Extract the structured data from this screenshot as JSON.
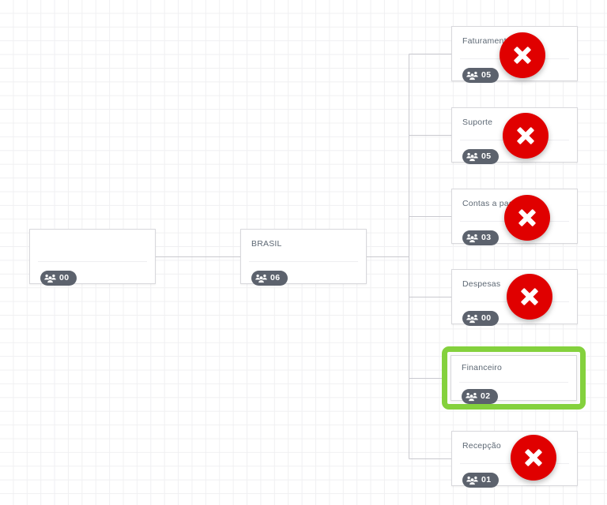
{
  "colors": {
    "grid_line": "#f0f0f2",
    "node_border": "#d8d8dc",
    "node_bg": "#ffffff",
    "title_text": "#5d6874",
    "badge_bg": "#5c626d",
    "badge_text": "#ffffff",
    "connector": "#c9c9cf",
    "error_badge": "#e00000",
    "highlight_border": "#84d13d"
  },
  "chart_data": {
    "type": "tree",
    "title": "",
    "orientation": "left-to-right",
    "nodes": [
      {
        "id": "root",
        "title": "",
        "count": "00",
        "level": 0,
        "status": "normal"
      },
      {
        "id": "brasil",
        "title": "BRASIL",
        "count": "06",
        "level": 1,
        "status": "normal"
      },
      {
        "id": "faturamento",
        "title": "Faturamento",
        "count": "05",
        "level": 2,
        "status": "error"
      },
      {
        "id": "suporte",
        "title": "Suporte",
        "count": "05",
        "level": 2,
        "status": "error"
      },
      {
        "id": "contas",
        "title": "Contas a pagar",
        "count": "03",
        "level": 2,
        "status": "error"
      },
      {
        "id": "despesas",
        "title": "Despesas",
        "count": "00",
        "level": 2,
        "status": "error"
      },
      {
        "id": "financeiro",
        "title": "Financeiro",
        "count": "02",
        "level": 2,
        "status": "selected"
      },
      {
        "id": "recepcao",
        "title": "Recepção",
        "count": "01",
        "level": 2,
        "status": "error"
      }
    ],
    "edges": [
      {
        "from": "root",
        "to": "brasil"
      },
      {
        "from": "brasil",
        "to": "faturamento"
      },
      {
        "from": "brasil",
        "to": "suporte"
      },
      {
        "from": "brasil",
        "to": "contas"
      },
      {
        "from": "brasil",
        "to": "despesas"
      },
      {
        "from": "brasil",
        "to": "financeiro"
      },
      {
        "from": "brasil",
        "to": "recepcao"
      }
    ]
  },
  "nodes": {
    "root": {
      "title": "",
      "count": "00"
    },
    "brasil": {
      "title": "BRASIL",
      "count": "06"
    },
    "faturamento": {
      "title": "Faturamento",
      "count": "05"
    },
    "suporte": {
      "title": "Suporte",
      "count": "05"
    },
    "contas": {
      "title": "Contas a pagar",
      "count": "03"
    },
    "despesas": {
      "title": "Despesas",
      "count": "00"
    },
    "financeiro": {
      "title": "Financeiro",
      "count": "02"
    },
    "recepcao": {
      "title": "Recepção",
      "count": "01"
    }
  },
  "icons": {
    "members": "group-people-icon",
    "error": "close-x-icon"
  }
}
